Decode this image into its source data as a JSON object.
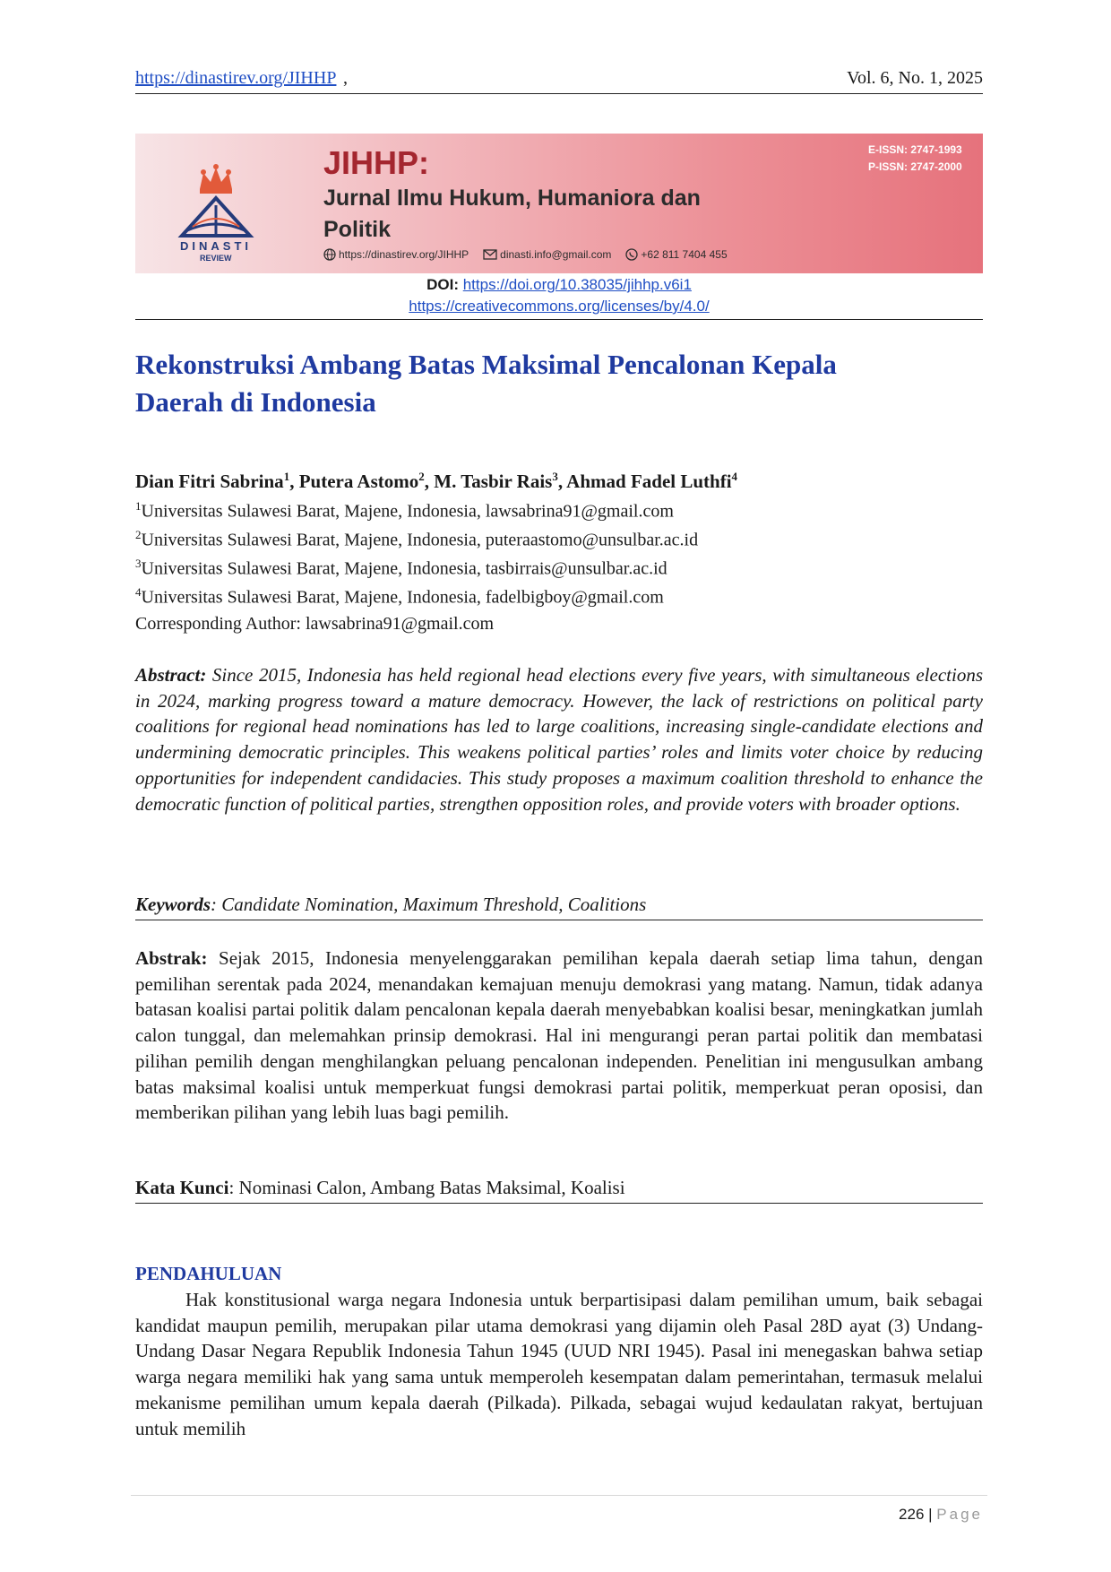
{
  "header": {
    "url": "https://dinastirev.org/JIHHP",
    "comma": ",",
    "volume": "Vol. 6, No. 1, 2025"
  },
  "banner": {
    "logo_name": "DINASTI",
    "logo_sub": "REVIEW",
    "journal_abbr": "JIHHP:",
    "journal_name_line1": "Jurnal Ilmu Hukum, Humaniora dan",
    "journal_name_line2": "Politik",
    "eissn": "E-ISSN: 2747-1993",
    "pissn": "P-ISSN: 2747-2000",
    "website": "https://dinastirev.org/JIHHP",
    "email": "dinasti.info@gmail.com",
    "phone": "+62 811 7404 455",
    "colors": {
      "gradient_start": "#f7e4e6",
      "gradient_end": "#e6727c",
      "title": "#a4262f",
      "logo": "#243a7a"
    }
  },
  "doi": {
    "label": "DOI:",
    "link": "https://doi.org/10.38035/jihhp.v6i1",
    "license": "https://creativecommons.org/licenses/by/4.0/"
  },
  "title": {
    "line1": "Rekonstruksi Ambang Batas Maksimal Pencalonan Kepala",
    "line2": "Daerah di Indonesia"
  },
  "authors": [
    {
      "name": "Dian Fitri Sabrina",
      "sup": "1",
      "sep": ", "
    },
    {
      "name": "Putera Astomo",
      "sup": "2",
      "sep": ", "
    },
    {
      "name": "M. Tasbir Rais",
      "sup": "3",
      "sep": ", "
    },
    {
      "name": "Ahmad Fadel Luthfi",
      "sup": "4",
      "sep": ""
    }
  ],
  "affiliations": [
    {
      "sup": "1",
      "text": "Universitas Sulawesi Barat, Majene, Indonesia, lawsabrina91@gmail.com"
    },
    {
      "sup": "2",
      "text": "Universitas Sulawesi Barat, Majene, Indonesia, puteraastomo@unsulbar.ac.id"
    },
    {
      "sup": "3",
      "text": "Universitas Sulawesi Barat, Majene, Indonesia, tasbirrais@unsulbar.ac.id"
    },
    {
      "sup": "4",
      "text": "Universitas Sulawesi Barat, Majene, Indonesia, fadelbigboy@gmail.com"
    }
  ],
  "corresponding": "Corresponding Author: lawsabrina91@gmail.com",
  "abstract": {
    "label": "Abstract:",
    "text": "Since 2015, Indonesia has held regional head elections every five years, with simultaneous elections in 2024, marking progress toward a mature democracy. However, the lack of restrictions on political party coalitions for regional head nominations has led to large coalitions, increasing single-candidate elections and undermining democratic principles. This weakens political parties’ roles and limits voter choice by reducing opportunities for independent candidacies. This study proposes a maximum coalition threshold to enhance the democratic function of political parties, strengthen opposition roles, and provide voters with broader options."
  },
  "keywords": {
    "label": "Keywords",
    "text": ": Candidate Nomination, Maximum Threshold, Coalitions"
  },
  "abstrak": {
    "label": "Abstrak:",
    "text": "Sejak 2015, Indonesia menyelenggarakan pemilihan kepala daerah setiap lima tahun, dengan pemilihan serentak pada 2024, menandakan kemajuan menuju demokrasi yang matang. Namun, tidak adanya batasan koalisi partai politik dalam pencalonan kepala daerah menyebabkan koalisi besar, meningkatkan jumlah calon tunggal, dan melemahkan prinsip demokrasi. Hal ini mengurangi peran partai politik dan membatasi pilihan pemilih dengan menghilangkan peluang pencalonan independen. Penelitian ini mengusulkan ambang batas maksimal koalisi untuk memperkuat fungsi demokrasi partai politik, memperkuat peran oposisi, dan memberikan pilihan yang lebih luas bagi pemilih."
  },
  "kata_kunci": {
    "label": "Kata Kunci",
    "text": ": Nominasi Calon, Ambang Batas Maksimal, Koalisi"
  },
  "section": {
    "heading": "PENDAHULUAN",
    "text": "Hak konstitusional warga negara Indonesia untuk berpartisipasi dalam pemilihan umum, baik sebagai kandidat maupun pemilih, merupakan pilar utama demokrasi yang dijamin oleh Pasal 28D ayat (3) Undang-Undang Dasar Negara Republik Indonesia Tahun 1945 (UUD NRI 1945). Pasal ini menegaskan bahwa setiap warga negara memiliki hak yang sama untuk memperoleh kesempatan dalam pemerintahan, termasuk melalui mekanisme pemilihan umum kepala daerah (Pilkada). Pilkada, sebagai wujud kedaulatan rakyat, bertujuan untuk memilih"
  },
  "footer": {
    "page_number": "226",
    "separator": "|",
    "page_word": "Page"
  }
}
